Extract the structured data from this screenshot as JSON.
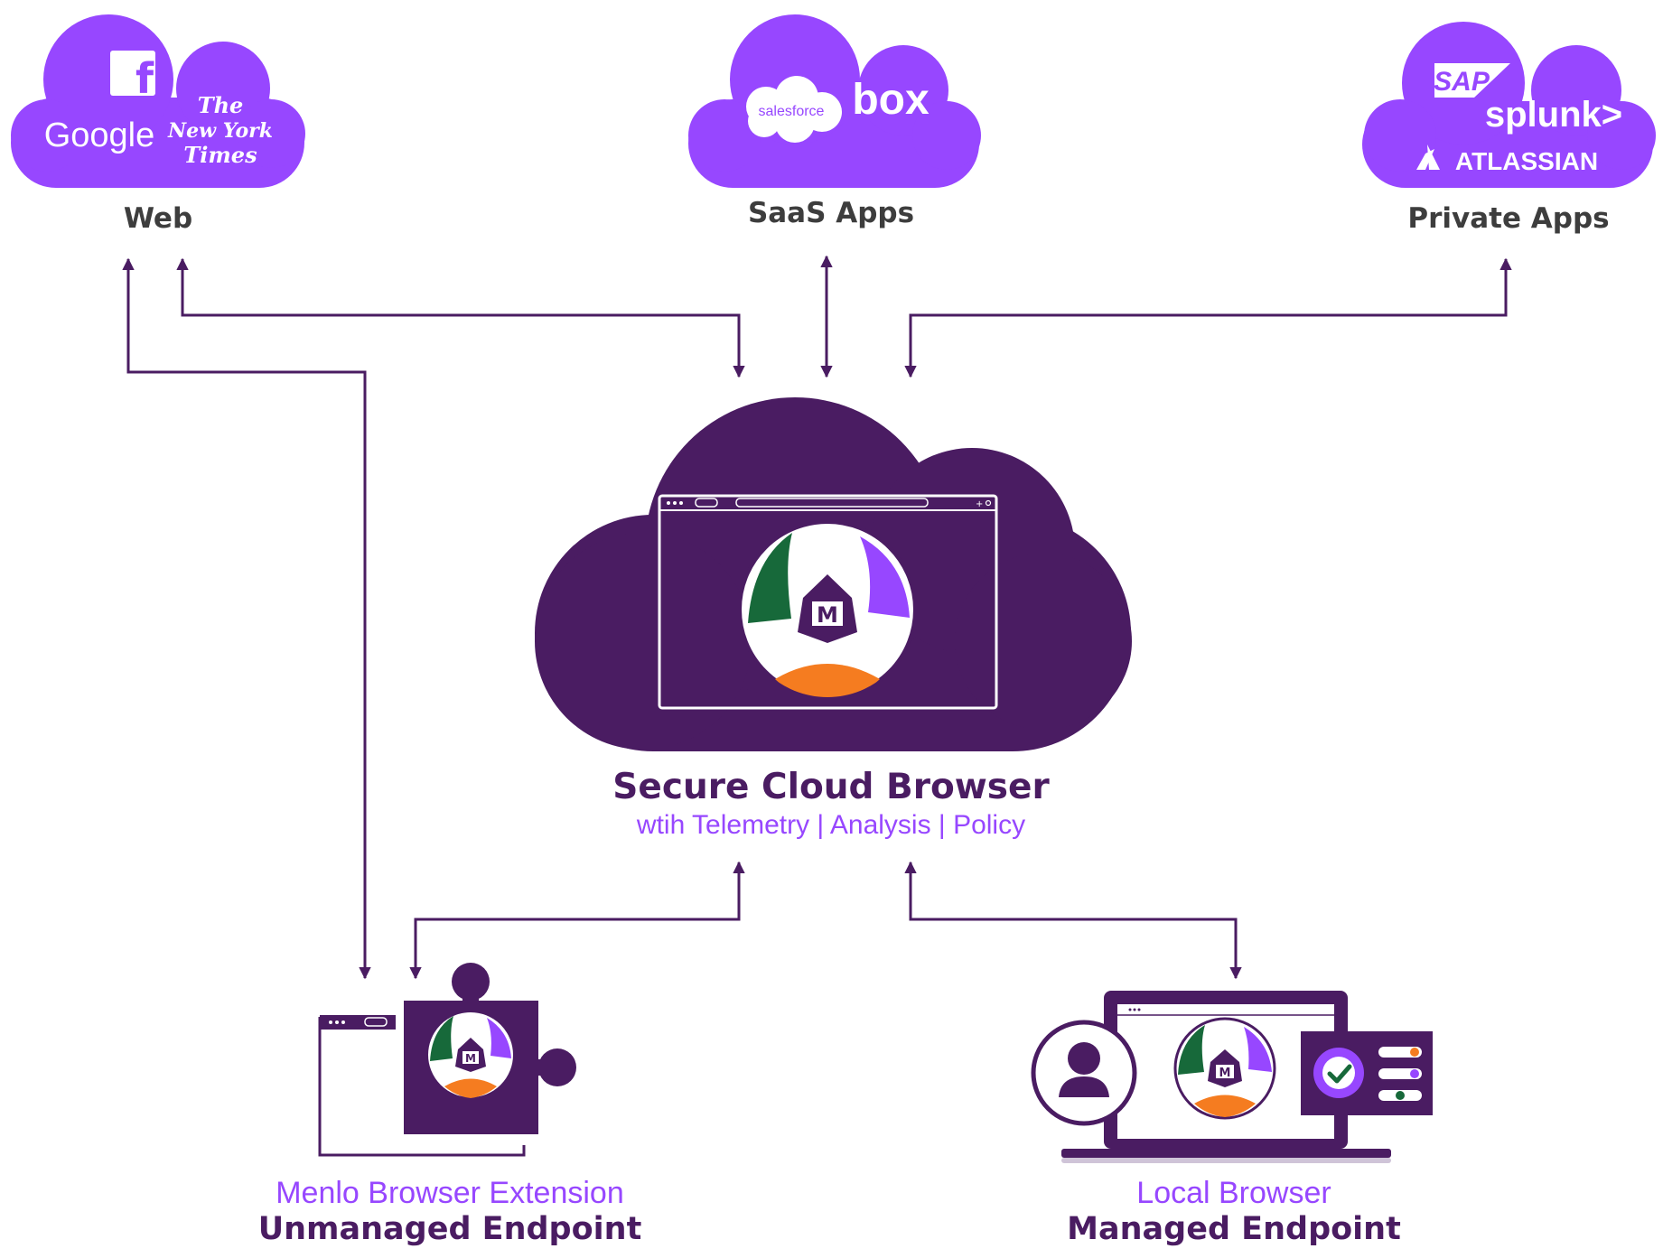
{
  "clouds": {
    "web": {
      "label": "Web",
      "logos": {
        "facebook": "f",
        "google": "Google",
        "nyt_line1": "The",
        "nyt_line2": "New York",
        "nyt_line3": "Times"
      }
    },
    "saas": {
      "label": "SaaS Apps",
      "logos": {
        "salesforce": "salesforce",
        "box": "box"
      }
    },
    "private": {
      "label": "Private Apps",
      "logos": {
        "sap": "SAP",
        "splunk": "splunk>",
        "atlassian": "ATLASSIAN"
      }
    }
  },
  "center": {
    "title": "Secure Cloud Browser",
    "subtitle": "wtih Telemetry | Analysis | Policy",
    "badge_letter": "M"
  },
  "endpoints": {
    "extension": {
      "subtitle": "Menlo Browser Extension",
      "title": "Unmanaged Endpoint",
      "badge_letter": "M"
    },
    "local": {
      "subtitle": "Local Browser",
      "title": "Managed Endpoint",
      "badge_letter": "M"
    }
  },
  "icons": [
    "facebook-icon",
    "google-logo",
    "nyt-logo",
    "salesforce-logo",
    "box-logo",
    "sap-logo",
    "splunk-logo",
    "atlassian-icon",
    "menlo-badge-icon",
    "puzzle-icon",
    "user-icon",
    "gear-check-icon"
  ],
  "colors": {
    "cloud_purple": "#9747ff",
    "dark_purple": "#4a1c62",
    "line": "#4a1c62",
    "green": "#17693a",
    "orange": "#f57c20",
    "label_gray": "#3d3d3d"
  }
}
